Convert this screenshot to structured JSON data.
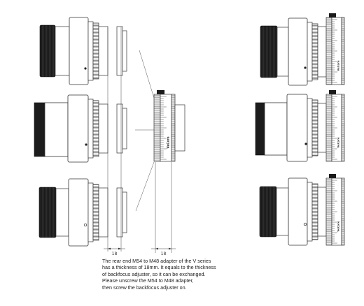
{
  "dimensions": {
    "left_label": "18",
    "adapter_label": "18"
  },
  "brand_mark": "VeCore",
  "caption": {
    "lines": [
      "The rear end M54 to M48 adapter of the V series",
      "has a thickness of 18mm. It equals to the thickness",
      "of backfocus adjuster, so it can be exchanged.",
      "Please unscrew the M54 to M48 adapter,",
      "then screw the backfocus adjuster on."
    ]
  }
}
